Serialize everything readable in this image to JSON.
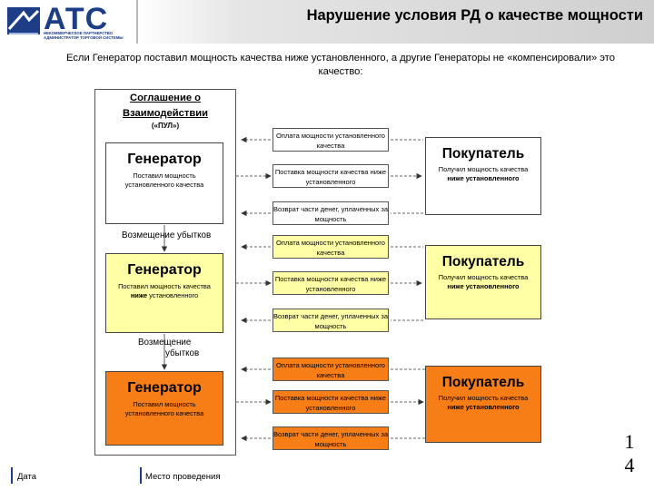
{
  "header": {
    "logo_text": "АТС",
    "logo_subtitle": "НЕКОММЕРЧЕСКОЕ ПАРТНЕРСТВО АДМИНИСТРАТОР ТОРГОВОЙ СИСТЕМЫ",
    "title": "Нарушение условия РД о качестве мощности"
  },
  "intro": "Если Генератор поставил мощность качества ниже установленного,  а другие Генераторы не «компенсировали» это качество:",
  "pool": {
    "title_line1": "Соглашение о",
    "title_line2": "Взаимодействии",
    "subtitle": "(«ПУЛ»)"
  },
  "generators": [
    {
      "title": "Генератор",
      "desc_pre": "Поставил мощность установленного качества",
      "desc_bold": "",
      "desc_post": ""
    },
    {
      "title": "Генератор",
      "desc_pre": "Поставил мощность качества ",
      "desc_bold": "ниже",
      "desc_post": " установленного"
    },
    {
      "title": "Генератор",
      "desc_pre": "Поставил мощность установленного качества",
      "desc_bold": "",
      "desc_post": ""
    }
  ],
  "compensation": {
    "label1": "Возмещение убытков",
    "label2_line1": "Возмещение",
    "label2_line2": "убытков"
  },
  "flows": [
    "Оплата мощности установленного качества",
    "Поставка мощности качества ниже установленного",
    "Возврат части денег, уплаченных за мощность",
    "Оплата мощности установленного качества",
    "Поставка мощности качества ниже установленного",
    "Возврат части денег, уплаченных за мощность",
    "Оплата мощности установленного качества",
    "Поставка мощности качества ниже установленного",
    "Возврат части денег, уплаченных за мощность"
  ],
  "buyers": [
    {
      "title": "Покупатель",
      "desc": "Получил мощность качества",
      "desc_bold": "ниже установленного"
    },
    {
      "title": "Покупатель",
      "desc": "Получил мощность качества",
      "desc_bold": "ниже установленного"
    },
    {
      "title": "Покупатель",
      "desc": "Получил мощность качества",
      "desc_bold": "ниже установленного"
    }
  ],
  "page_number_line1": "1",
  "page_number_line2": "4",
  "footer": {
    "date_label": "Дата",
    "place_label": "Место проведения"
  },
  "colors": {
    "white_row": "#ffffff",
    "yellow_row": "#ffffa6",
    "orange_row": "#f77d16",
    "logo_blue": "#1d3d86"
  }
}
